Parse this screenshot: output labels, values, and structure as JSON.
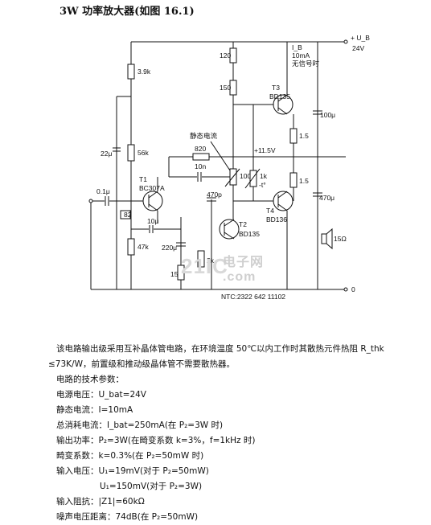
{
  "title": "3W 功率放大器(如图 16.1)",
  "schematic": {
    "supply_label": "+ U_B",
    "supply_voltage": "24V",
    "ground_label": "0",
    "current_note_1": "I_B",
    "current_note_2": "10mA",
    "current_note_3": "无信号时",
    "quiescent_label": "静态电流",
    "node_voltage": "+11.5V",
    "ntc_label": "NTC:2322 642 11102",
    "components": {
      "r_3k9": "3.9k",
      "r_56k": "56k",
      "r_47k": "47k",
      "r_15": "15",
      "r_120": "120",
      "r_150": "150",
      "r_820": "820",
      "r_100": "100",
      "r_1k": "1k",
      "r_1k_t": "-t°",
      "r_1_5a": "1.5",
      "r_1_5b": "1.5",
      "r_82": "82",
      "r_2k": "2k",
      "c_22u": "22μ",
      "c_01u": "0.1μ",
      "c_10n": "10n",
      "c_470p": "470p",
      "c_10u": "10μ",
      "c_220u": "220μ",
      "c_100u": "100μ",
      "c_470u": "470μ",
      "speaker": "15Ω",
      "t1_name": "T1",
      "t1_type": "BC307A",
      "t2_name": "T2",
      "t2_type": "BD135",
      "t3_name": "T3",
      "t3_type": "BD135",
      "t4_name": "T4",
      "t4_type": "BD136"
    }
  },
  "watermark": {
    "main": "21IC",
    "sub": "电子网",
    "domain": ".com"
  },
  "paragraph_1": "该电路输出级采用互补晶体管电路，在环境温度 50℃以内工作时其散热元件热阻 R_thk",
  "paragraph_2": "≤73K/W，前置级和推动级晶体管不需要散热器。",
  "specs_heading": "电路的技术参数：",
  "specs": [
    "电源电压：U_bat=24V",
    "静态电流：I=10mA",
    "总消耗电流：I_bat=250mA(在 P₂=3W 时)",
    "输出功率：P₂=3W(在畸变系数 k=3%，f=1kHz 时)",
    "畸变系数：k=0.3%(在 P₂=50mW 时)",
    "输入电压：U₁=19mV(对于 P₂=50mW)",
    "U₁=150mV(对于 P₂=3W)",
    "输入阻抗：|Z1|=60kΩ",
    "噪声电压距离：74dB(在 P₂=50mW)"
  ]
}
